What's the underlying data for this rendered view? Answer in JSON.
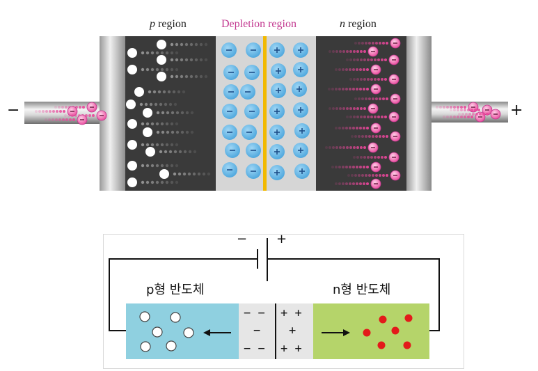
{
  "top": {
    "p_label_letter": "p",
    "p_label_word": " region",
    "depletion_label": "Depletion region",
    "n_label_letter": "n",
    "n_label_word": " region",
    "left_terminal_sign": "−",
    "right_terminal_sign": "+"
  },
  "bottom": {
    "battery_minus": "−",
    "battery_plus": "+",
    "p_type_label": "p형 반도체",
    "n_type_label": "n형 반도체",
    "left_charges": [
      "− −",
      "−",
      "− −"
    ],
    "right_charges": [
      "+ +",
      "+",
      "+ +"
    ]
  },
  "colors": {
    "depletion_text": "#c2378f",
    "ion": "#5fb4e6",
    "junction": "#f2b900",
    "electron": "#e8479a",
    "p_block": "#8fd0e0",
    "n_block": "#b5d46a",
    "bottom_electron": "#e31a1a"
  }
}
